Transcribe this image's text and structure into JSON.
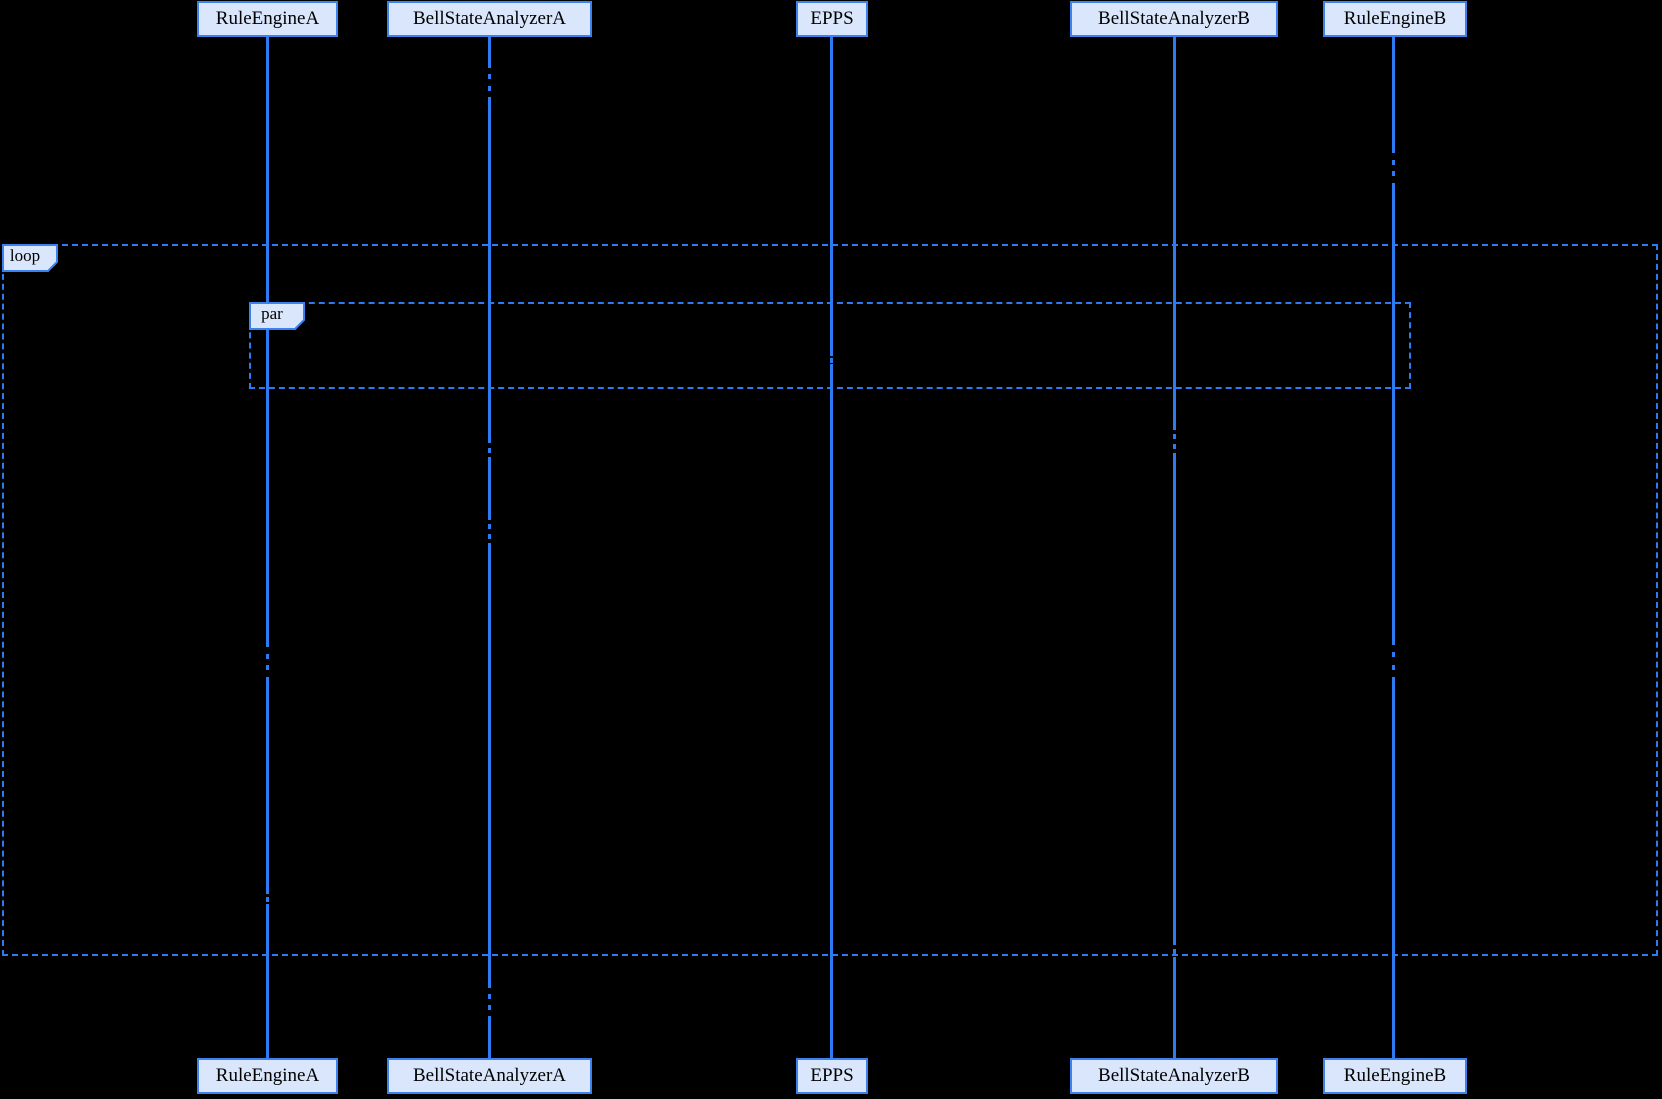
{
  "diagram": {
    "kind": "uml-sequence-diagram",
    "participants": [
      {
        "label": "RuleEngineA"
      },
      {
        "label": "BellStateAnalyzerA"
      },
      {
        "label": "EPPS"
      },
      {
        "label": "BellStateAnalyzerB"
      },
      {
        "label": "RuleEngineB"
      }
    ],
    "fragments": [
      {
        "operator": "loop"
      },
      {
        "operator": "par"
      }
    ],
    "colors": {
      "background": "#000000",
      "line_blue": "#2D7BF2",
      "box_border_blue": "#3B82EE",
      "box_fill_light_blue": "#D9E6FB",
      "label_text": "#000000"
    }
  }
}
